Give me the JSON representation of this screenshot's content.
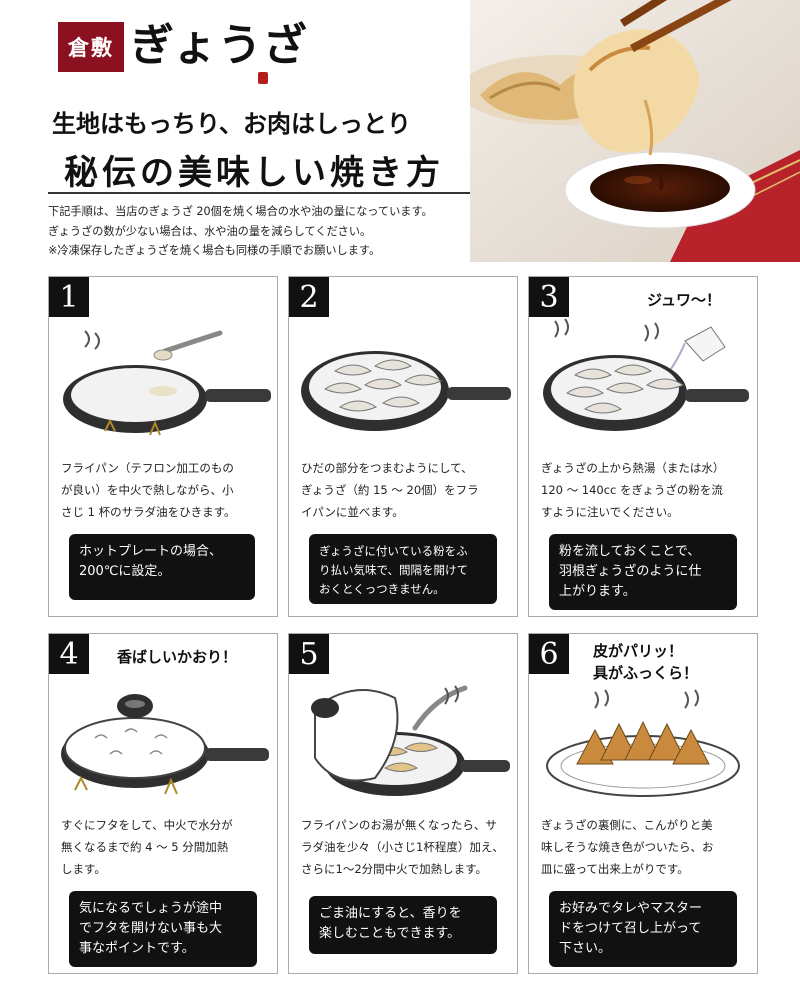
{
  "brand": {
    "badge": "倉敷",
    "name": "ぎょうざ"
  },
  "headline": {
    "line1": "生地はもっちり、お肉はしっとり",
    "line2": "秘伝の美味しい焼き方"
  },
  "intro": [
    "下記手順は、当店のぎょうざ 20個を焼く場合の水や油の量になっています。",
    "ぎょうざの数が少ない場合は、水や油の量を減らしてください。",
    "※冷凍保存したぎょうざを焼く場合も同様の手順でお願いします。"
  ],
  "steps": [
    {
      "num": "1",
      "shout": "",
      "desc": [
        "フライパン（テフロン加工のもの",
        "が良い）を中火で熱しながら、小",
        "さじ 1 杯のサラダ油をひきます。"
      ],
      "tip": [
        "ホットプレートの場合、",
        "200℃に設定。"
      ]
    },
    {
      "num": "2",
      "shout": "",
      "desc": [
        "ひだの部分をつまむようにして、",
        "ぎょうざ（約 15 〜 20個）をフラ",
        "イパンに並べます。"
      ],
      "tip": [
        "ぎょうざに付いている粉をふ",
        "り払い気味で、間隔を開けて",
        "おくとくっつきません。"
      ]
    },
    {
      "num": "3",
      "shout": "ジュワ〜！",
      "desc": [
        "ぎょうざの上から熱湯（または水）",
        "120 〜 140cc をぎょうざの粉を流",
        "すように注いでください。"
      ],
      "tip": [
        "粉を流しておくことで、",
        "羽根ぎょうざのように仕",
        "上がります。"
      ]
    },
    {
      "num": "4",
      "shout": "香ばしいかおり！",
      "desc": [
        "すぐにフタをして、中火で水分が",
        "無くなるまで約 4 〜 5 分間加熱",
        "します。"
      ],
      "tip": [
        "気になるでしょうが途中",
        "でフタを開けない事も大",
        "事なポイントです。"
      ]
    },
    {
      "num": "5",
      "shout": "",
      "desc": [
        "フライパンのお湯が無くなったら、サ",
        "ラダ油を少々（小さじ1杯程度）加え、",
        "さらに1〜2分間中火で加熱します。"
      ],
      "tip": [
        "ごま油にすると、香りを",
        "楽しむこともできます。"
      ]
    },
    {
      "num": "6",
      "shout": "皮がパリッ！\n具がふっくら！",
      "desc": [
        "ぎょうざの裏側に、こんがりと美",
        "味しそうな焼き色がついたら、お",
        "皿に盛って出来上がりです。"
      ],
      "tip": [
        "お好みでタレやマスター",
        "ドをつけて召し上がって",
        "下さい。"
      ]
    }
  ],
  "colors": {
    "brand_red": "#8b1020",
    "tip_bg": "#111111",
    "gyoza_brown": "#c98a3e",
    "cloth_red": "#b8232b"
  }
}
